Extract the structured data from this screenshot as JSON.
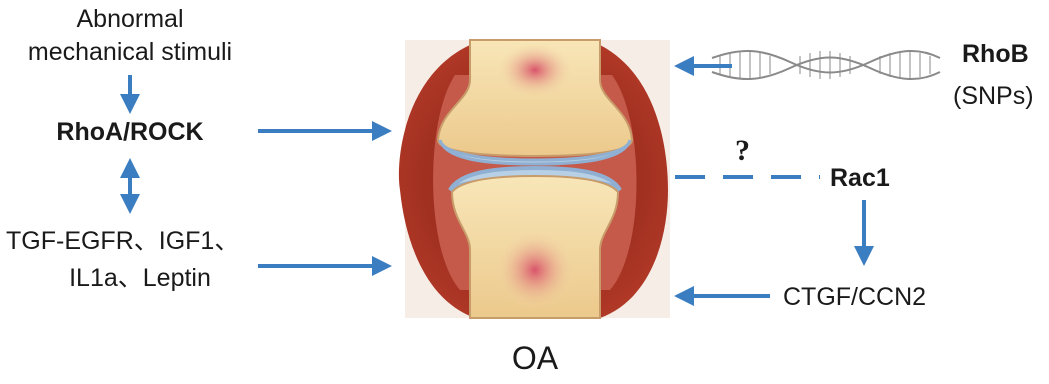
{
  "left": {
    "stimuli_line1": "Abnormal",
    "stimuli_line2": "mechanical stimuli",
    "rhoa_rock": "RhoA/ROCK",
    "factors_line1": "TGF-EGFR、IGF1、",
    "factors_line2": "IL1a、Leptin"
  },
  "right": {
    "rhob": "RhoB",
    "snps": "(SNPs)",
    "question": "?",
    "rac1": "Rac1",
    "ctgf": "CTGF/CCN2"
  },
  "center": {
    "label": "OA"
  },
  "colors": {
    "arrow": "#3a7dc0",
    "capsule": "#9c2a1c",
    "bone": "#f3dca8",
    "marrow": "#d9546a"
  },
  "icons": [
    "joint-illustration",
    "dna-helix-icon"
  ]
}
